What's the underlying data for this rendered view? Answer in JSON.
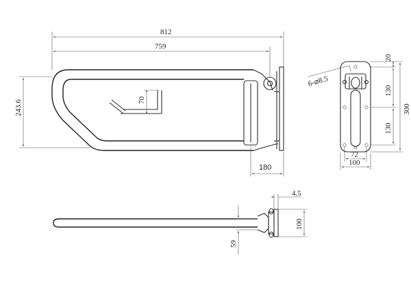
{
  "dimensions": {
    "total_length": "812",
    "bar_length": "759",
    "height": "243.6",
    "hook_height": "70",
    "projection": "180",
    "hole_spec": "6-⌀8.5",
    "plate_top": "20",
    "plate_upper": "130",
    "plate_lower": "130",
    "plate_height": "300",
    "plate_hole_spacing": "72",
    "plate_width": "100",
    "plate_thickness": "4.5",
    "bracket_width": "100",
    "offset_59": "59"
  },
  "colors": {
    "line": "#2b2b2b",
    "dimension": "#555555",
    "background": "#ffffff"
  }
}
